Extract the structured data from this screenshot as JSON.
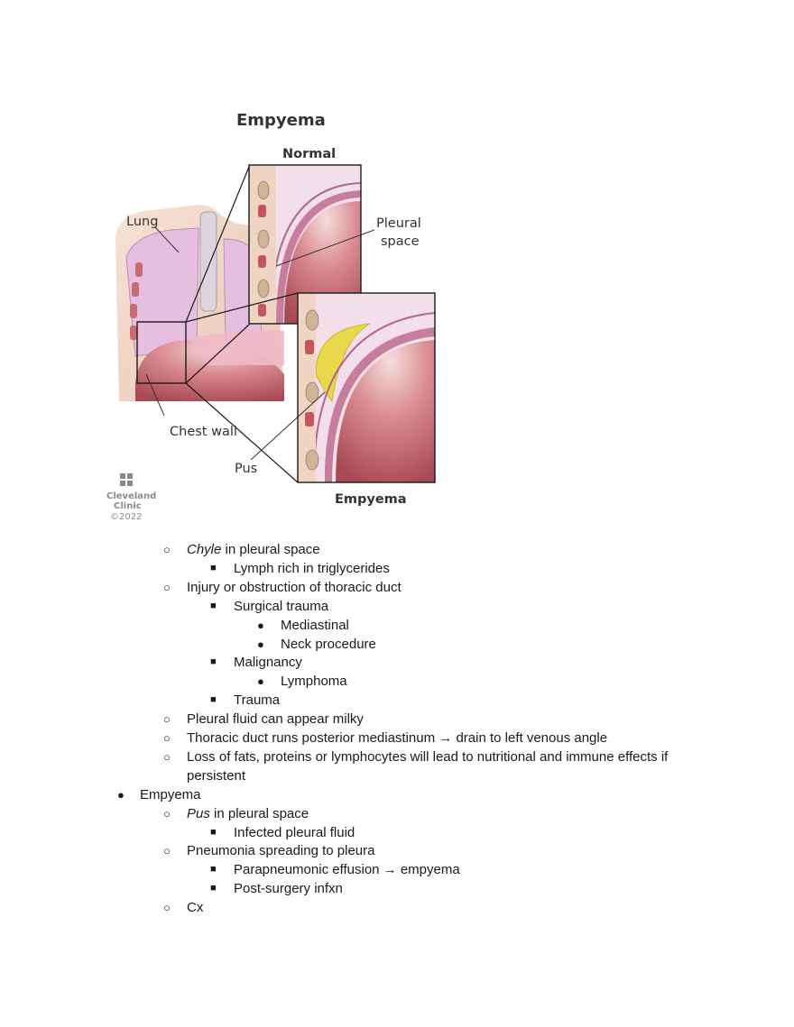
{
  "figure": {
    "title": "Empyema",
    "normal_label": "Normal",
    "empyema_label": "Empyema",
    "lung_label": "Lung",
    "pleural_space_label_1": "Pleural",
    "pleural_space_label_2": "space",
    "chest_wall_label": "Chest wall",
    "pus_label": "Pus",
    "logo_line_1": "Cleveland",
    "logo_line_2": "Clinic",
    "logo_year": "©2022",
    "colors": {
      "lung": "#e9c4e0",
      "tissue": "#c9757f",
      "pus": "#e8d84a",
      "skin": "#f1d7c8"
    }
  },
  "notes": [
    {
      "level": 2,
      "bullet": "○",
      "em": "Chyle",
      "text": " in pleural space"
    },
    {
      "level": 3,
      "bullet": "■",
      "em": "",
      "text": "Lymph rich in triglycerides"
    },
    {
      "level": 2,
      "bullet": "○",
      "em": "",
      "text": "Injury or obstruction of thoracic duct"
    },
    {
      "level": 3,
      "bullet": "■",
      "em": "",
      "text": "Surgical trauma"
    },
    {
      "level": 4,
      "bullet": "●",
      "em": "",
      "text": "Mediastinal"
    },
    {
      "level": 4,
      "bullet": "●",
      "em": "",
      "text": "Neck procedure"
    },
    {
      "level": 3,
      "bullet": "■",
      "em": "",
      "text": "Malignancy"
    },
    {
      "level": 4,
      "bullet": "●",
      "em": "",
      "text": "Lymphoma"
    },
    {
      "level": 3,
      "bullet": "■",
      "em": "",
      "text": "Trauma"
    },
    {
      "level": 2,
      "bullet": "○",
      "em": "",
      "text": "Pleural fluid can appear milky"
    },
    {
      "level": 2,
      "bullet": "○",
      "em": "",
      "text": "Thoracic duct runs posterior mediastinum → drain to left venous angle"
    },
    {
      "level": 2,
      "bullet": "○",
      "em": "",
      "text": "Loss of fats, proteins or lymphocytes will lead to nutritional and immune effects if"
    },
    {
      "level": 2,
      "bullet": "",
      "em": "",
      "text": "persistent"
    },
    {
      "level": 1,
      "bullet": "●",
      "em": "",
      "text": "Empyema"
    },
    {
      "level": 2,
      "bullet": "○",
      "em": "Pus",
      "text": " in pleural space"
    },
    {
      "level": 3,
      "bullet": "■",
      "em": "",
      "text": "Infected pleural fluid"
    },
    {
      "level": 2,
      "bullet": "○",
      "em": "",
      "text": "Pneumonia spreading to pleura"
    },
    {
      "level": 3,
      "bullet": "■",
      "em": "",
      "text": "Parapneumonic effusion → empyema"
    },
    {
      "level": 3,
      "bullet": "■",
      "em": "",
      "text": "Post-surgery infxn"
    },
    {
      "level": 2,
      "bullet": "○",
      "em": "",
      "text": "Cx"
    }
  ]
}
